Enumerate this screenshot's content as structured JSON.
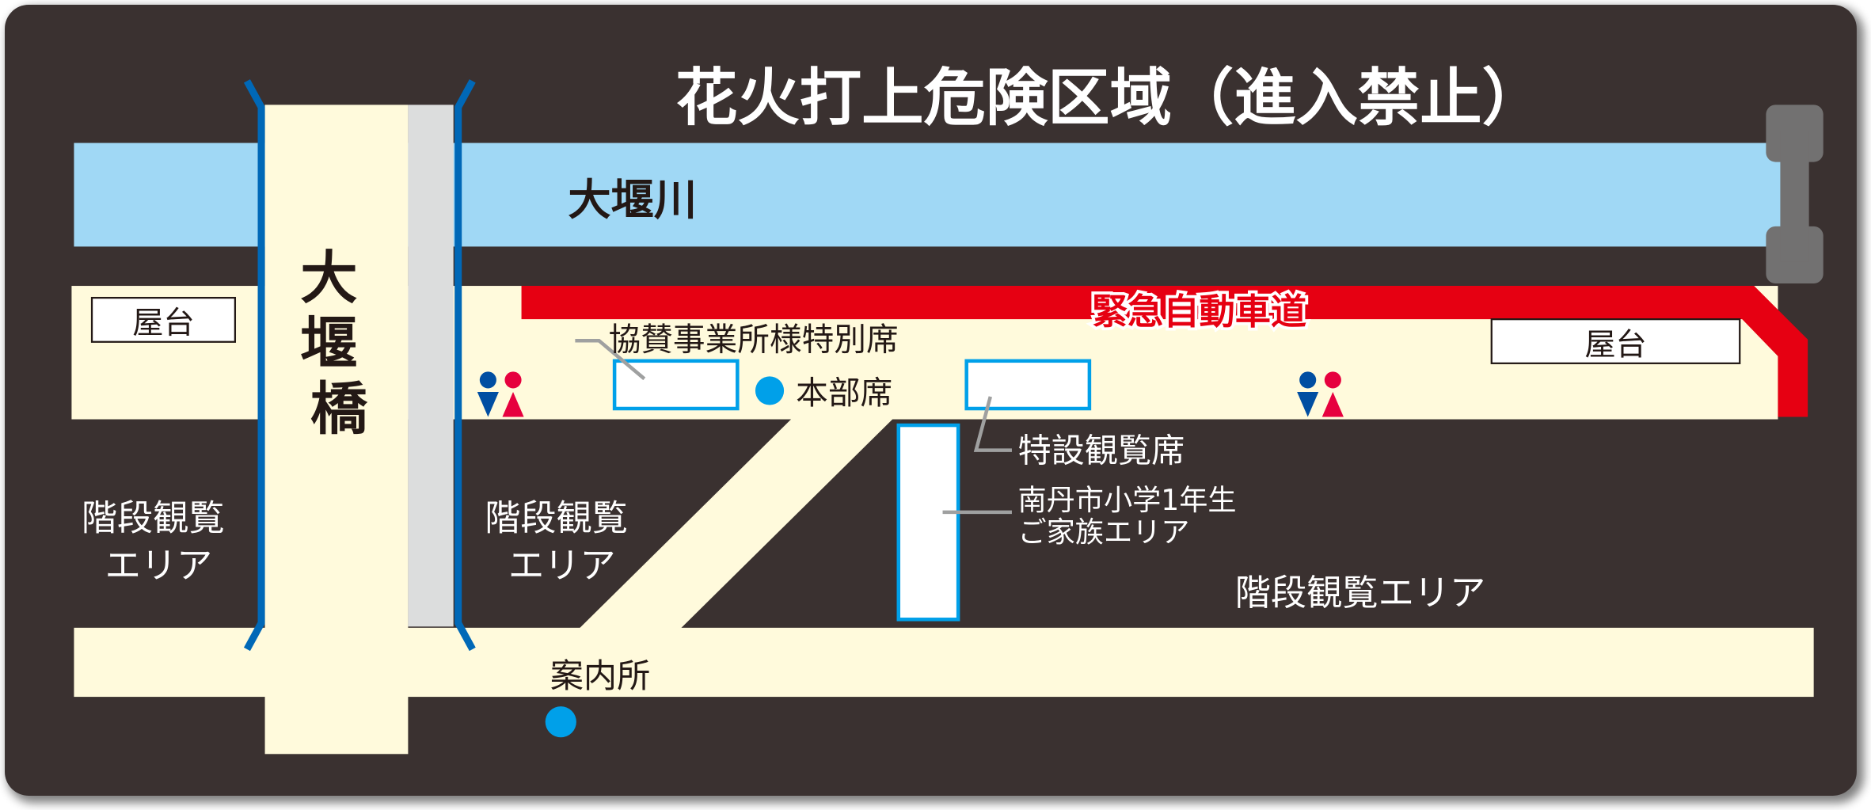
{
  "title": "花火打上危険区域（進入禁止）",
  "river": "大堰川",
  "bridge": [
    "大",
    "堰",
    "橋"
  ],
  "emergency_road": "緊急自動車道",
  "stalls": [
    "屋台",
    "屋台"
  ],
  "sponsor_seats": "協賛事業所様特別席",
  "hq_seats": "本部席",
  "special_seats": "特設観覧席",
  "family_area": [
    "南丹市小学1年生",
    "ご家族エリア"
  ],
  "stair_area_left": [
    "階段観覧",
    "エリア"
  ],
  "stair_area_mid": [
    "階段観覧",
    "エリア"
  ],
  "stair_area_right": "階段観覧エリア",
  "info_desk": "案内所",
  "icons": [
    "restroom-icon",
    "restroom-icon",
    "info-dot-icon",
    "dam-icon"
  ],
  "colors": {
    "background": "#3a3130",
    "road": "#fffadc",
    "river": "#a0d8f5",
    "emergency": "#e60012",
    "seat_border": "#00a0e9",
    "rail": "#0068b7"
  }
}
